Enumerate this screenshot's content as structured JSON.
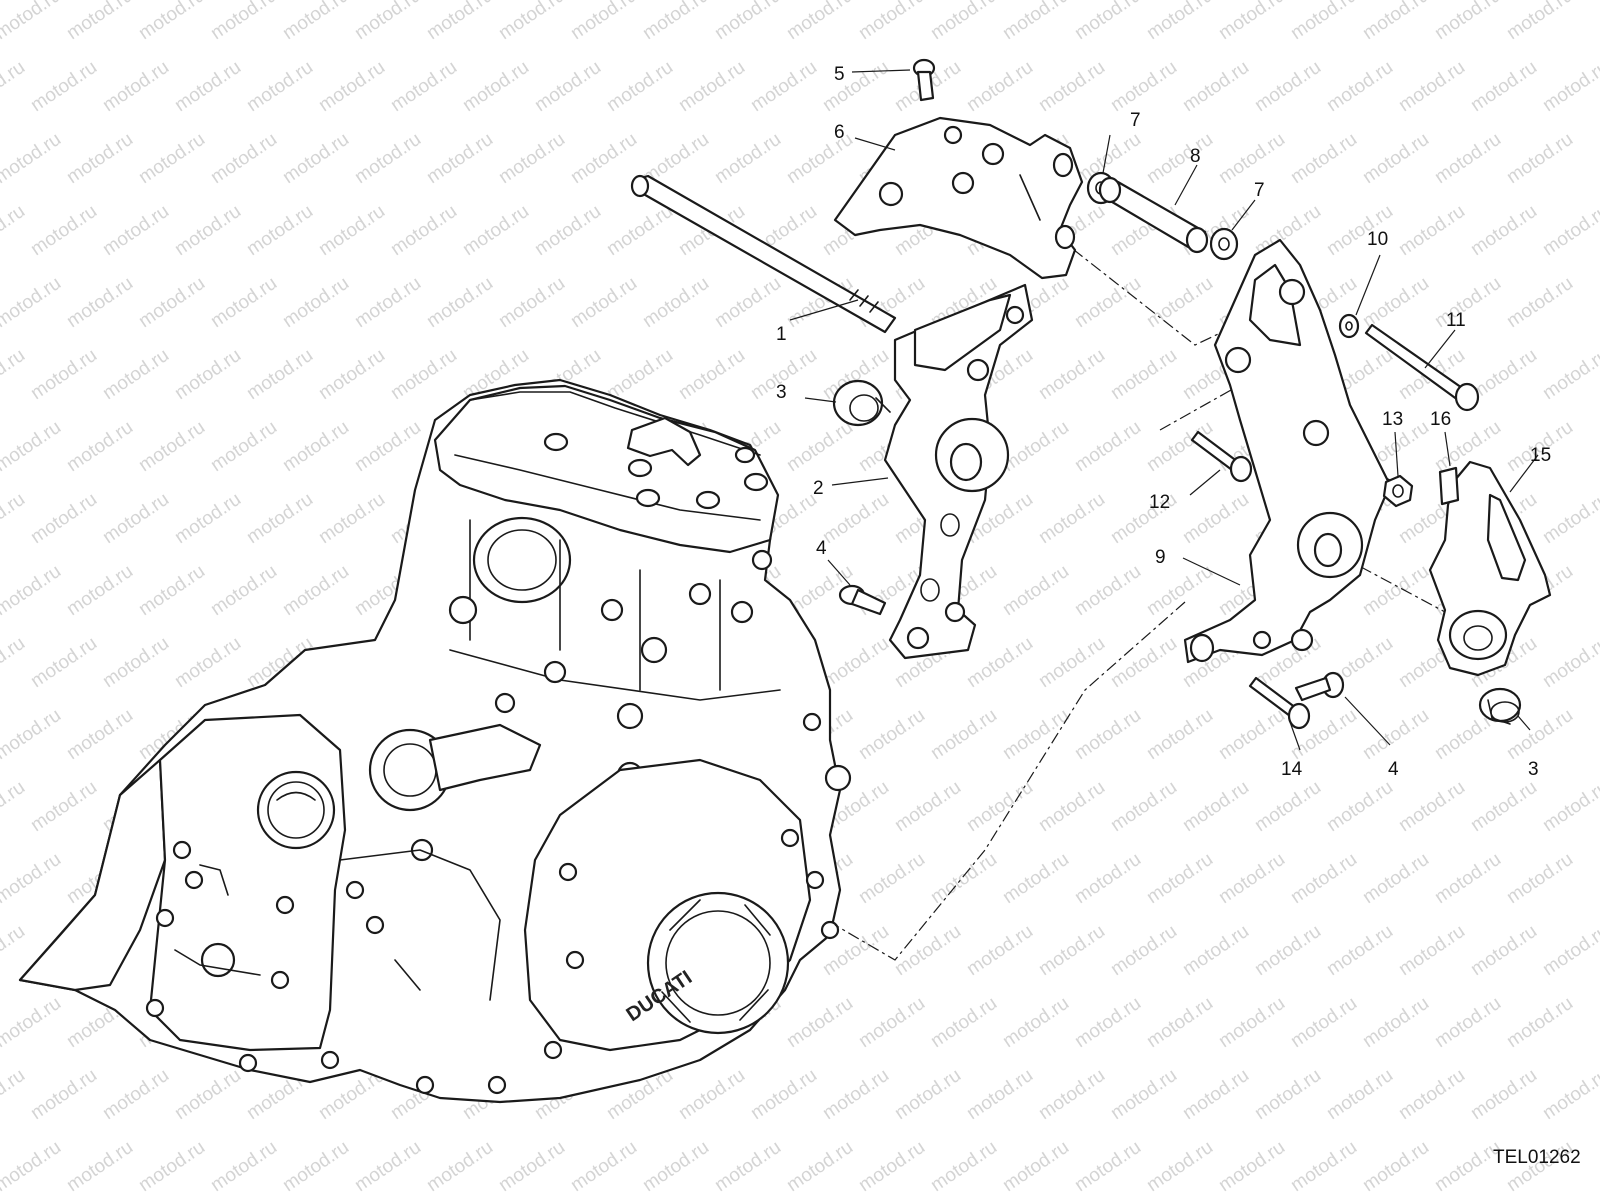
{
  "watermark": "motod.ru",
  "drawing_ref": "TEL01262",
  "brand_mark": "DUCATI",
  "callouts": [
    {
      "id": "1",
      "part": "long-bolt"
    },
    {
      "id": "2",
      "part": "left-engine-bracket"
    },
    {
      "id": "3",
      "part": "bushing-left"
    },
    {
      "id": "4",
      "part": "screw-left"
    },
    {
      "id": "5",
      "part": "top-screw"
    },
    {
      "id": "6",
      "part": "upper-bracket"
    },
    {
      "id": "7",
      "part": "washer-a"
    },
    {
      "id": "8",
      "part": "spacer"
    },
    {
      "id": "7",
      "part": "washer-b"
    },
    {
      "id": "9",
      "part": "right-engine-bracket"
    },
    {
      "id": "10",
      "part": "washer-right"
    },
    {
      "id": "11",
      "part": "long-screw-right"
    },
    {
      "id": "12",
      "part": "screw-right-upper"
    },
    {
      "id": "13",
      "part": "nut"
    },
    {
      "id": "14",
      "part": "screw-lower-left"
    },
    {
      "id": "4",
      "part": "screw-lower-right"
    },
    {
      "id": "15",
      "part": "guard-plate"
    },
    {
      "id": "16",
      "part": "rubber-pad"
    },
    {
      "id": "3",
      "part": "bushing-right"
    }
  ]
}
